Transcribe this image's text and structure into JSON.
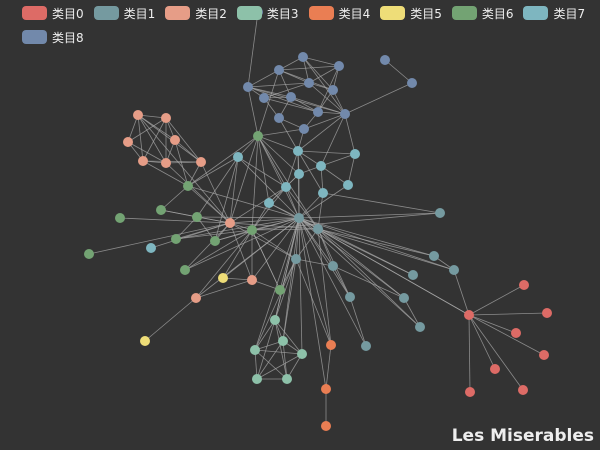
{
  "title": "Les Miserables",
  "categories": [
    {
      "name": "类目0",
      "color": "#dd6b66"
    },
    {
      "name": "类目1",
      "color": "#759aa0"
    },
    {
      "name": "类目2",
      "color": "#e69d87"
    },
    {
      "name": "类目3",
      "color": "#8dc1a9"
    },
    {
      "name": "类目4",
      "color": "#ea7e53"
    },
    {
      "name": "类目5",
      "color": "#eedd78"
    },
    {
      "name": "类目6",
      "color": "#73a373"
    },
    {
      "name": "类目7",
      "color": "#7eb6c0"
    },
    {
      "name": "类目8",
      "color": "#7289ab"
    }
  ]
}
